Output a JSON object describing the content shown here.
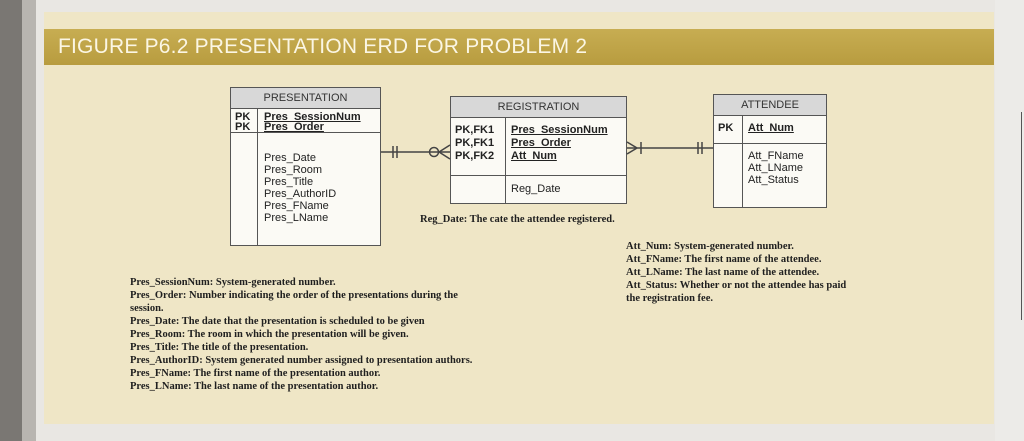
{
  "figure_title": "FIGURE P6.2  PRESENTATION ERD FOR PROBLEM 2",
  "entities": {
    "presentation": {
      "name": "PRESENTATION",
      "key_prefixes": [
        "PK",
        "PK"
      ],
      "key_attributes": [
        "Pres_SessionNum",
        "Pres_Order"
      ],
      "attributes": [
        "Pres_Date",
        "Pres_Room",
        "Pres_Title",
        "Pres_AuthorID",
        "Pres_FName",
        "Pres_LName"
      ]
    },
    "registration": {
      "name": "REGISTRATION",
      "key_prefixes": [
        "PK,FK1",
        "PK,FK1",
        "PK,FK2"
      ],
      "key_attributes": [
        "Pres_SessionNum",
        "Pres_Order",
        "Att_Num"
      ],
      "attributes": [
        "Reg_Date"
      ]
    },
    "attendee": {
      "name": "ATTENDEE",
      "key_prefixes": [
        "PK"
      ],
      "key_attributes": [
        "Att_Num"
      ],
      "attributes": [
        "Att_FName",
        "Att_LName",
        "Att_Status"
      ]
    }
  },
  "registration_note": "Reg_Date: The cate the attendee registered.",
  "attendee_notes": [
    "Att_Num:  System-generated number.",
    "Att_FName: The first name of the attendee.",
    "Att_LName: The last name of the attendee.",
    "Att_Status:  Whether or not the attendee has paid",
    "the registration fee."
  ],
  "presentation_notes": [
    "Pres_SessionNum:  System-generated number.",
    "Pres_Order: Number indicating the order of the presentations  during the",
    "session.",
    "Pres_Date: The date that the presentation is scheduled to be given",
    "Pres_Room: The room in which the presentation will be given.",
    "Pres_Title: The title of the presentation.",
    "Pres_AuthorID:  System generated number assigned to presentation authors.",
    "Pres_FName: The first name of the presentation author.",
    "Pres_LName: The last name of the presentation author."
  ],
  "colors": {
    "panel": "#efe6c6",
    "banner": "#bfa44a",
    "entity_header": "#d8d8d8",
    "line": "#555555"
  }
}
